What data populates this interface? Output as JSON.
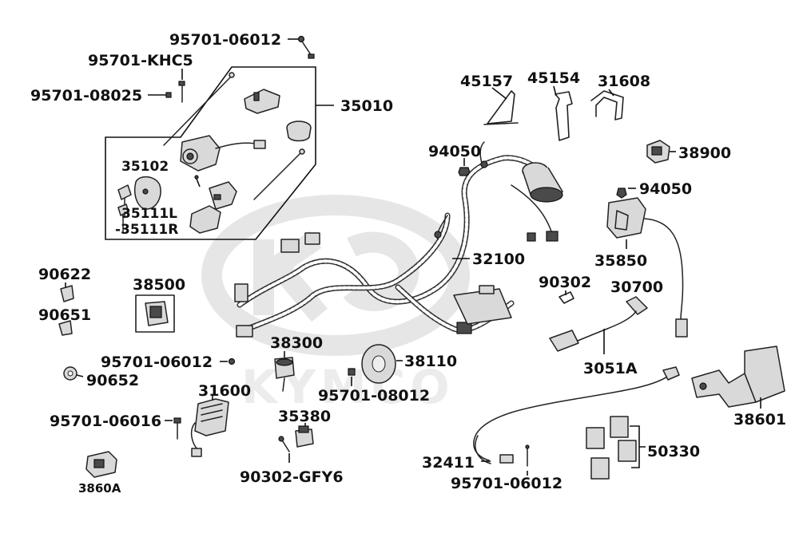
{
  "watermark": {
    "brand": "KYMCO"
  },
  "colors": {
    "ink": "#111111",
    "part_fill": "#d9d9d9",
    "watermark": "#e6e6e6",
    "background": "#ffffff"
  },
  "labels": {
    "p95701_06012_top": "95701-06012",
    "p95701_khc5": "95701-KHC5",
    "p95701_08025": "95701-08025",
    "p35010": "35010",
    "p35102": "35102",
    "p35111l": "35111L",
    "p35111r": "-35111R",
    "p45157": "45157",
    "p45154": "45154",
    "p31608": "31608",
    "p94050_a": "94050",
    "p38900": "38900",
    "p94050_b": "94050",
    "p32100": "32100",
    "p35850": "35850",
    "p90622": "90622",
    "p38500": "38500",
    "p90651": "90651",
    "p90302": "90302",
    "p30700": "30700",
    "p38300": "38300",
    "p95701_06012_mid": "95701-06012",
    "p38110": "38110",
    "p90652": "90652",
    "p3051a": "3051A",
    "p95701_08012": "95701-08012",
    "p31600": "31600",
    "p38601": "38601",
    "p95701_06016": "95701-06016",
    "p35380": "35380",
    "p50330": "50330",
    "p32411": "32411",
    "p3860a": "3860A",
    "p90302_gfy6": "90302-GFY6",
    "p95701_06012_bot": "95701-06012"
  }
}
